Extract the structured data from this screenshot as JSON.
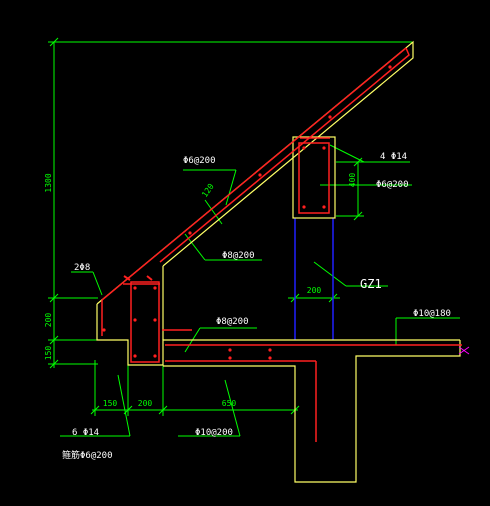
{
  "colors": {
    "background": "#000000",
    "dimension": "#00ff00",
    "concrete": "#ffff66",
    "rebar": "#ff2020",
    "label": "#ffffff",
    "column": "#2020ff",
    "section": "#ff00ff"
  },
  "dimensions": {
    "total_height": "1300",
    "eave_height": "200",
    "slab_thickness": "150",
    "slope_thickness": "120",
    "beam_depth": "400",
    "column_width": "200",
    "bottom": [
      "150",
      "200",
      "650"
    ]
  },
  "labels": {
    "top_bars": "2Φ8",
    "ridge_bars": "4 Φ14",
    "ridge_stirrup": "Φ6@200",
    "slope_bar_upper": "Φ6@200",
    "slope_bar_lower": "Φ8@200",
    "slab_bar": "Φ8@200",
    "column": "GZ1",
    "slab_right": "Φ10@180",
    "beam_bars": "6 Φ14",
    "beam_stirrup": "箍筋Φ6@200",
    "bottom_bar": "Φ10@200"
  }
}
